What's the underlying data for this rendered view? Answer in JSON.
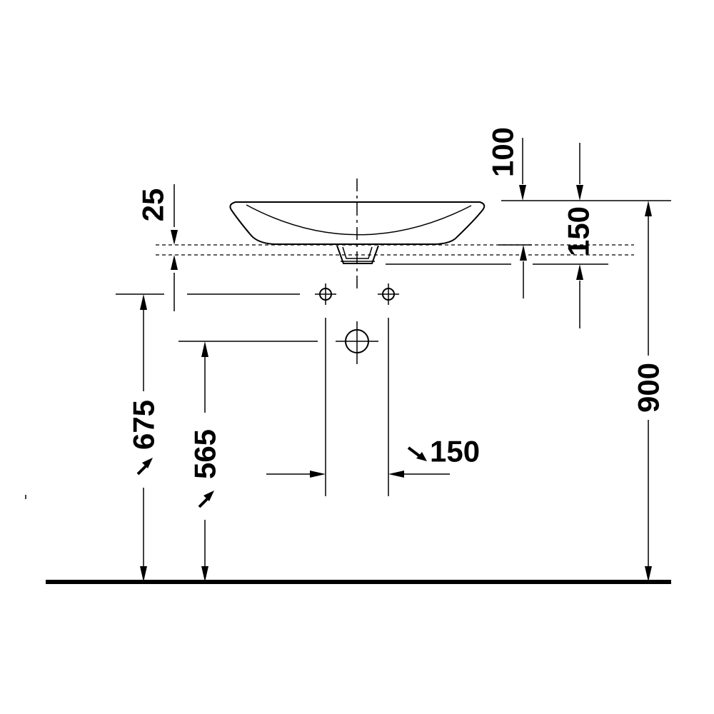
{
  "dimensions": {
    "rim_thickness": "25",
    "rim_offset": "100",
    "basin_height": "150",
    "counter_height": "900",
    "tap_hole_height": "675",
    "drain_height": "565",
    "trap_spacing": "150"
  },
  "colors": {
    "line": "#000000",
    "background": "#ffffff"
  }
}
